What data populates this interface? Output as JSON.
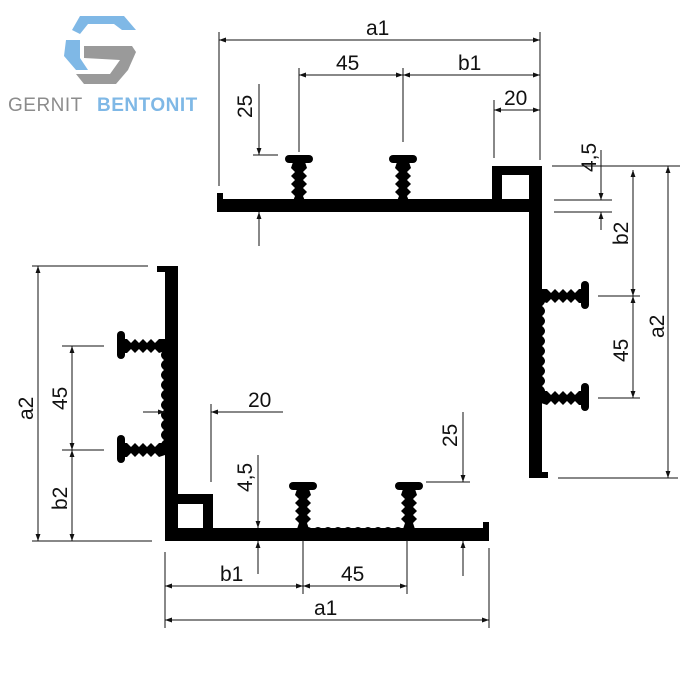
{
  "brand": {
    "name_left": "GERNIT",
    "name_right": "BENTONIT",
    "color_grey": "#8c8c8c",
    "color_blue": "#7fb8e6",
    "logo_icon": "hexagon-g-logo-icon"
  },
  "labels": {
    "a1": "a1",
    "a2": "a2",
    "b1": "b1",
    "b2": "b2",
    "d45": "45",
    "d25": "25",
    "d20": "20",
    "d45b": "4,5"
  }
}
